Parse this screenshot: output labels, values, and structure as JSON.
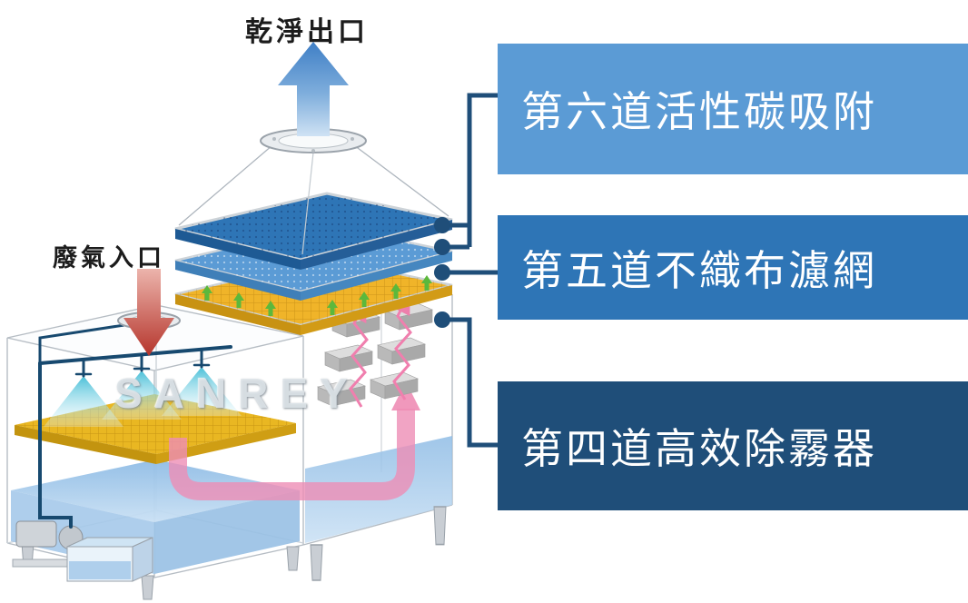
{
  "diagram": {
    "labels": {
      "clean_outlet": "乾淨出口",
      "waste_inlet": "廢氣入口",
      "watermark": "SANREY"
    },
    "callouts": [
      {
        "label": "第六道活性碳吸附",
        "color": "#5B9BD5"
      },
      {
        "label": "第五道不織布濾網",
        "color": "#2E75B6"
      },
      {
        "label": "第四道高效除霧器",
        "color": "#1F4E79"
      }
    ],
    "colors": {
      "connector": "#1F4E79",
      "clean_arrow_top": "#3F7FC6",
      "clean_arrow_bottom": "#CFE2F4",
      "waste_arrow_top": "#ECB4AC",
      "waste_arrow_bottom": "#B5352C",
      "carbon_filter_blue": "#2E75B6",
      "prefilter_blue": "#5B9BD5",
      "fabric_filter_yellow": "#F0B429",
      "green_arrow": "#5CB83C",
      "demister_gray": "#C9C9C9",
      "flow_pink": "#EE8DB5",
      "water_blue": "#9CC3E6"
    }
  }
}
